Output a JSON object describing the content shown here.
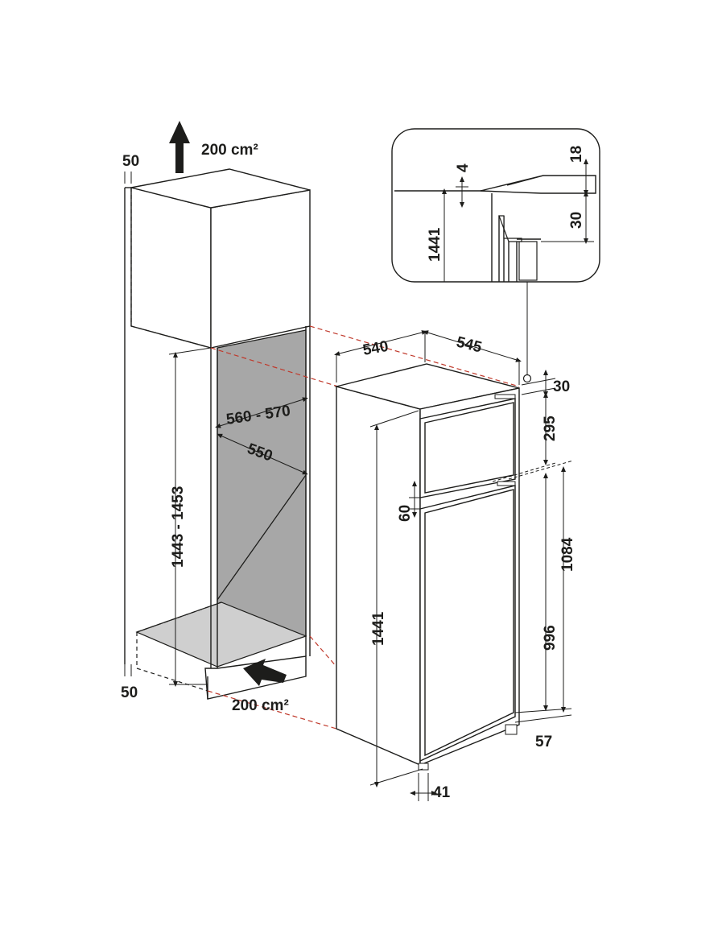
{
  "labels": {
    "vent_top": "200 cm²",
    "vent_bottom": "200 cm²",
    "gap_top": "50",
    "gap_bottom": "50",
    "niche_height": "1443 - 1453",
    "niche_width": "560 - 570",
    "niche_depth": "550",
    "appliance_width": "540",
    "appliance_depth": "545",
    "appliance_height": "1441",
    "top_offset": "30",
    "freezer_door": "295",
    "door_gap": "60",
    "fridge_door_full": "1084",
    "fridge_door": "996",
    "foot_height": "57",
    "foot_depth": "41",
    "detail_height": "1441",
    "detail_4": "4",
    "detail_18": "18",
    "detail_30": "30"
  },
  "icons": {
    "vent_arrow_up": "arrow-up-icon",
    "vent_arrow_in": "arrow-in-icon"
  },
  "colors": {
    "line": "#1d1d1b",
    "niche_interior": "#a7a7a7",
    "guide": "#c0392b"
  }
}
